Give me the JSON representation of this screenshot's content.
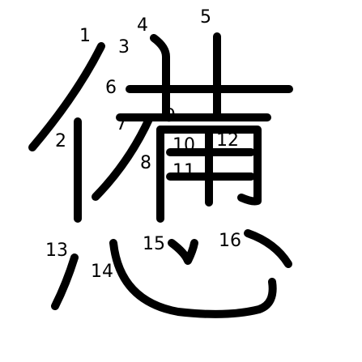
{
  "diagram": {
    "kind": "kanji-stroke-order",
    "stroke_color": "#000000",
    "background": "#ffffff",
    "stroke_labels": [
      "1",
      "2",
      "3",
      "4",
      "5",
      "6",
      "7",
      "8",
      "9",
      "10",
      "11",
      "12",
      "13",
      "14",
      "15",
      "16"
    ]
  }
}
